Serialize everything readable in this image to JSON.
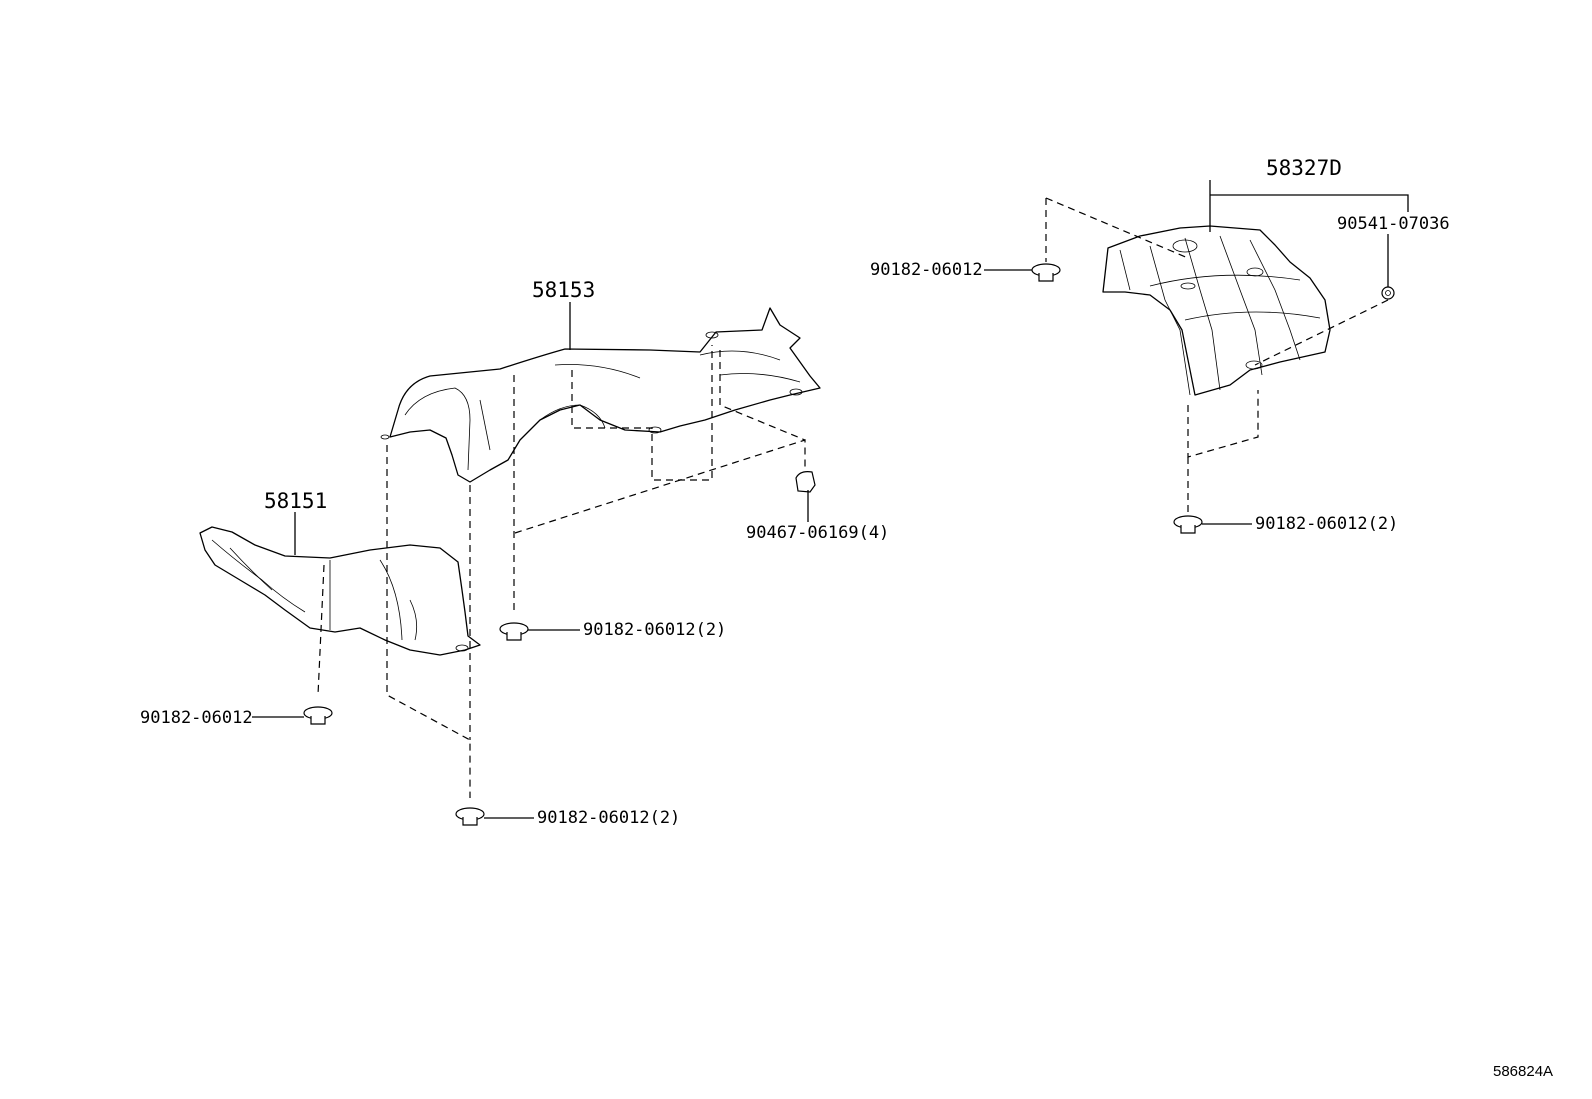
{
  "diagram": {
    "parts": {
      "p58153": "58153",
      "p58151": "58151",
      "p58327D": "58327D"
    },
    "fasteners": {
      "f90467": "90467-06169(4)",
      "f90182_mid": "90182-06012(2)",
      "f90182_left": "90182-06012",
      "f90182_bottom": "90182-06012(2)",
      "f90182_right_top": "90182-06012",
      "f90182_right_bottom": "90182-06012(2)",
      "f90541": "90541-07036"
    },
    "reference_code": "586824A"
  }
}
